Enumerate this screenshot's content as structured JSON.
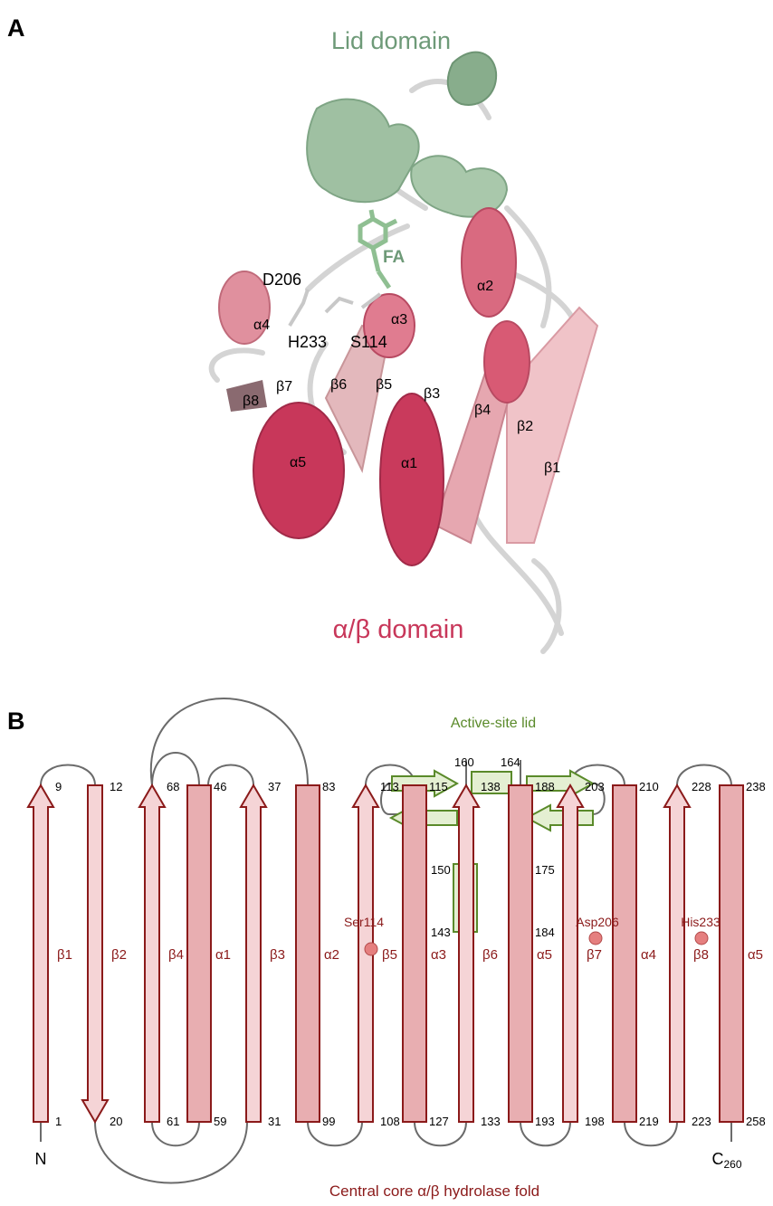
{
  "panel_a": {
    "label": "A",
    "lid_domain_title": "Lid domain",
    "ab_domain_title": "α/β domain",
    "ligand": "FA",
    "residues": {
      "asp": "D206",
      "his": "H233",
      "ser": "S114"
    },
    "helices": [
      "α1",
      "α2",
      "α3",
      "α4",
      "α5"
    ],
    "strands": [
      "β1",
      "β2",
      "β3",
      "β4",
      "β5",
      "β6",
      "β7",
      "β8"
    ],
    "colors": {
      "lid": "#7fa585",
      "core": "#c8375a",
      "core_light": "#e9a9b2",
      "loop": "#d9d9d9"
    }
  },
  "panel_b": {
    "label": "B",
    "lid_title": "Active-site lid",
    "core_title": "Central core α/β hydrolase fold",
    "n_term": "N",
    "c_term": "C",
    "c_term_num": "260",
    "catalytic": [
      "Ser114",
      "Asp206",
      "His233"
    ],
    "core_elements": [
      {
        "type": "strand",
        "dir": "up",
        "name": "β1",
        "top": "9",
        "bottom": "1"
      },
      {
        "type": "strand",
        "dir": "down",
        "name": "β2",
        "top": "12",
        "bottom": "20"
      },
      {
        "type": "strand",
        "dir": "up",
        "name": "β4",
        "top": "68",
        "bottom": "61"
      },
      {
        "type": "helix",
        "name": "α1",
        "top": "46",
        "bottom": "59"
      },
      {
        "type": "strand",
        "dir": "up",
        "name": "β3",
        "top": "37",
        "bottom": "31"
      },
      {
        "type": "helix",
        "name": "α2",
        "top": "83",
        "bottom": "99"
      },
      {
        "type": "strand",
        "dir": "up",
        "name": "β5",
        "top": "113",
        "bottom": "108"
      },
      {
        "type": "helix",
        "name": "α3",
        "top": "115",
        "bottom": "127"
      },
      {
        "type": "strand",
        "dir": "up",
        "name": "β6",
        "top": "138",
        "bottom": "133"
      },
      {
        "type": "helix",
        "name": "α5",
        "top": "188",
        "bottom": "193"
      },
      {
        "type": "strand",
        "dir": "up",
        "name": "β7",
        "top": "203",
        "bottom": "198"
      },
      {
        "type": "helix",
        "name": "α4",
        "top": "210",
        "bottom": "219"
      },
      {
        "type": "strand",
        "dir": "up",
        "name": "β8",
        "top": "228",
        "bottom": "223"
      },
      {
        "type": "helix",
        "name": "α5",
        "top": "238",
        "bottom": "258"
      }
    ],
    "lid_helix_numbers": [
      "150",
      "143",
      "175",
      "184"
    ],
    "lid_top_numbers": [
      "160",
      "164"
    ],
    "colors": {
      "core_fill": "#e8aeb1",
      "core_strand_fill": "#f5d4d6",
      "core_stroke": "#8b1a1a",
      "lid_fill": "#e4efd2",
      "lid_stroke": "#5a8a2a",
      "loop": "#6b6b6b",
      "catalytic_dot": "#e57f7f",
      "core_text": "#8b1a1a",
      "lid_text": "#5a8a2a"
    }
  }
}
